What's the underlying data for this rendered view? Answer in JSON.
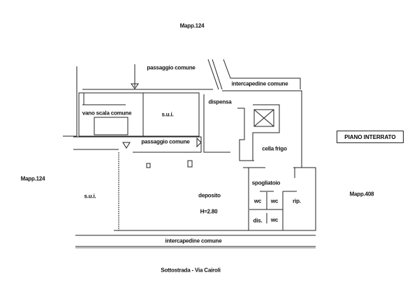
{
  "labels": {
    "mapp_top": "Mapp.124",
    "mapp_left": "Mapp.124",
    "mapp_right": "Mapp.408",
    "passaggio_top": "passaggio comune",
    "passaggio_mid": "passaggio comune",
    "intercapedine_top": "intercapedine comune",
    "intercapedine_bottom": "intercapedine comune",
    "vano_scala": "vano scala comune",
    "sui_top": "s.u.i.",
    "sui_left": "s.u.i.",
    "dispensa": "dispensa",
    "cella_frigo": "cella frigo",
    "deposito": "deposito",
    "height": "H=2.80",
    "spogliatoio": "spogliatoio",
    "wc1": "wc",
    "wc2": "wc",
    "wc3": "wc",
    "rip": "rip.",
    "dis": "dis.",
    "street": "Sottostrada - Via Cairoli",
    "floor_title": "PIANO INTERRATO"
  },
  "colors": {
    "line": "#222222"
  }
}
